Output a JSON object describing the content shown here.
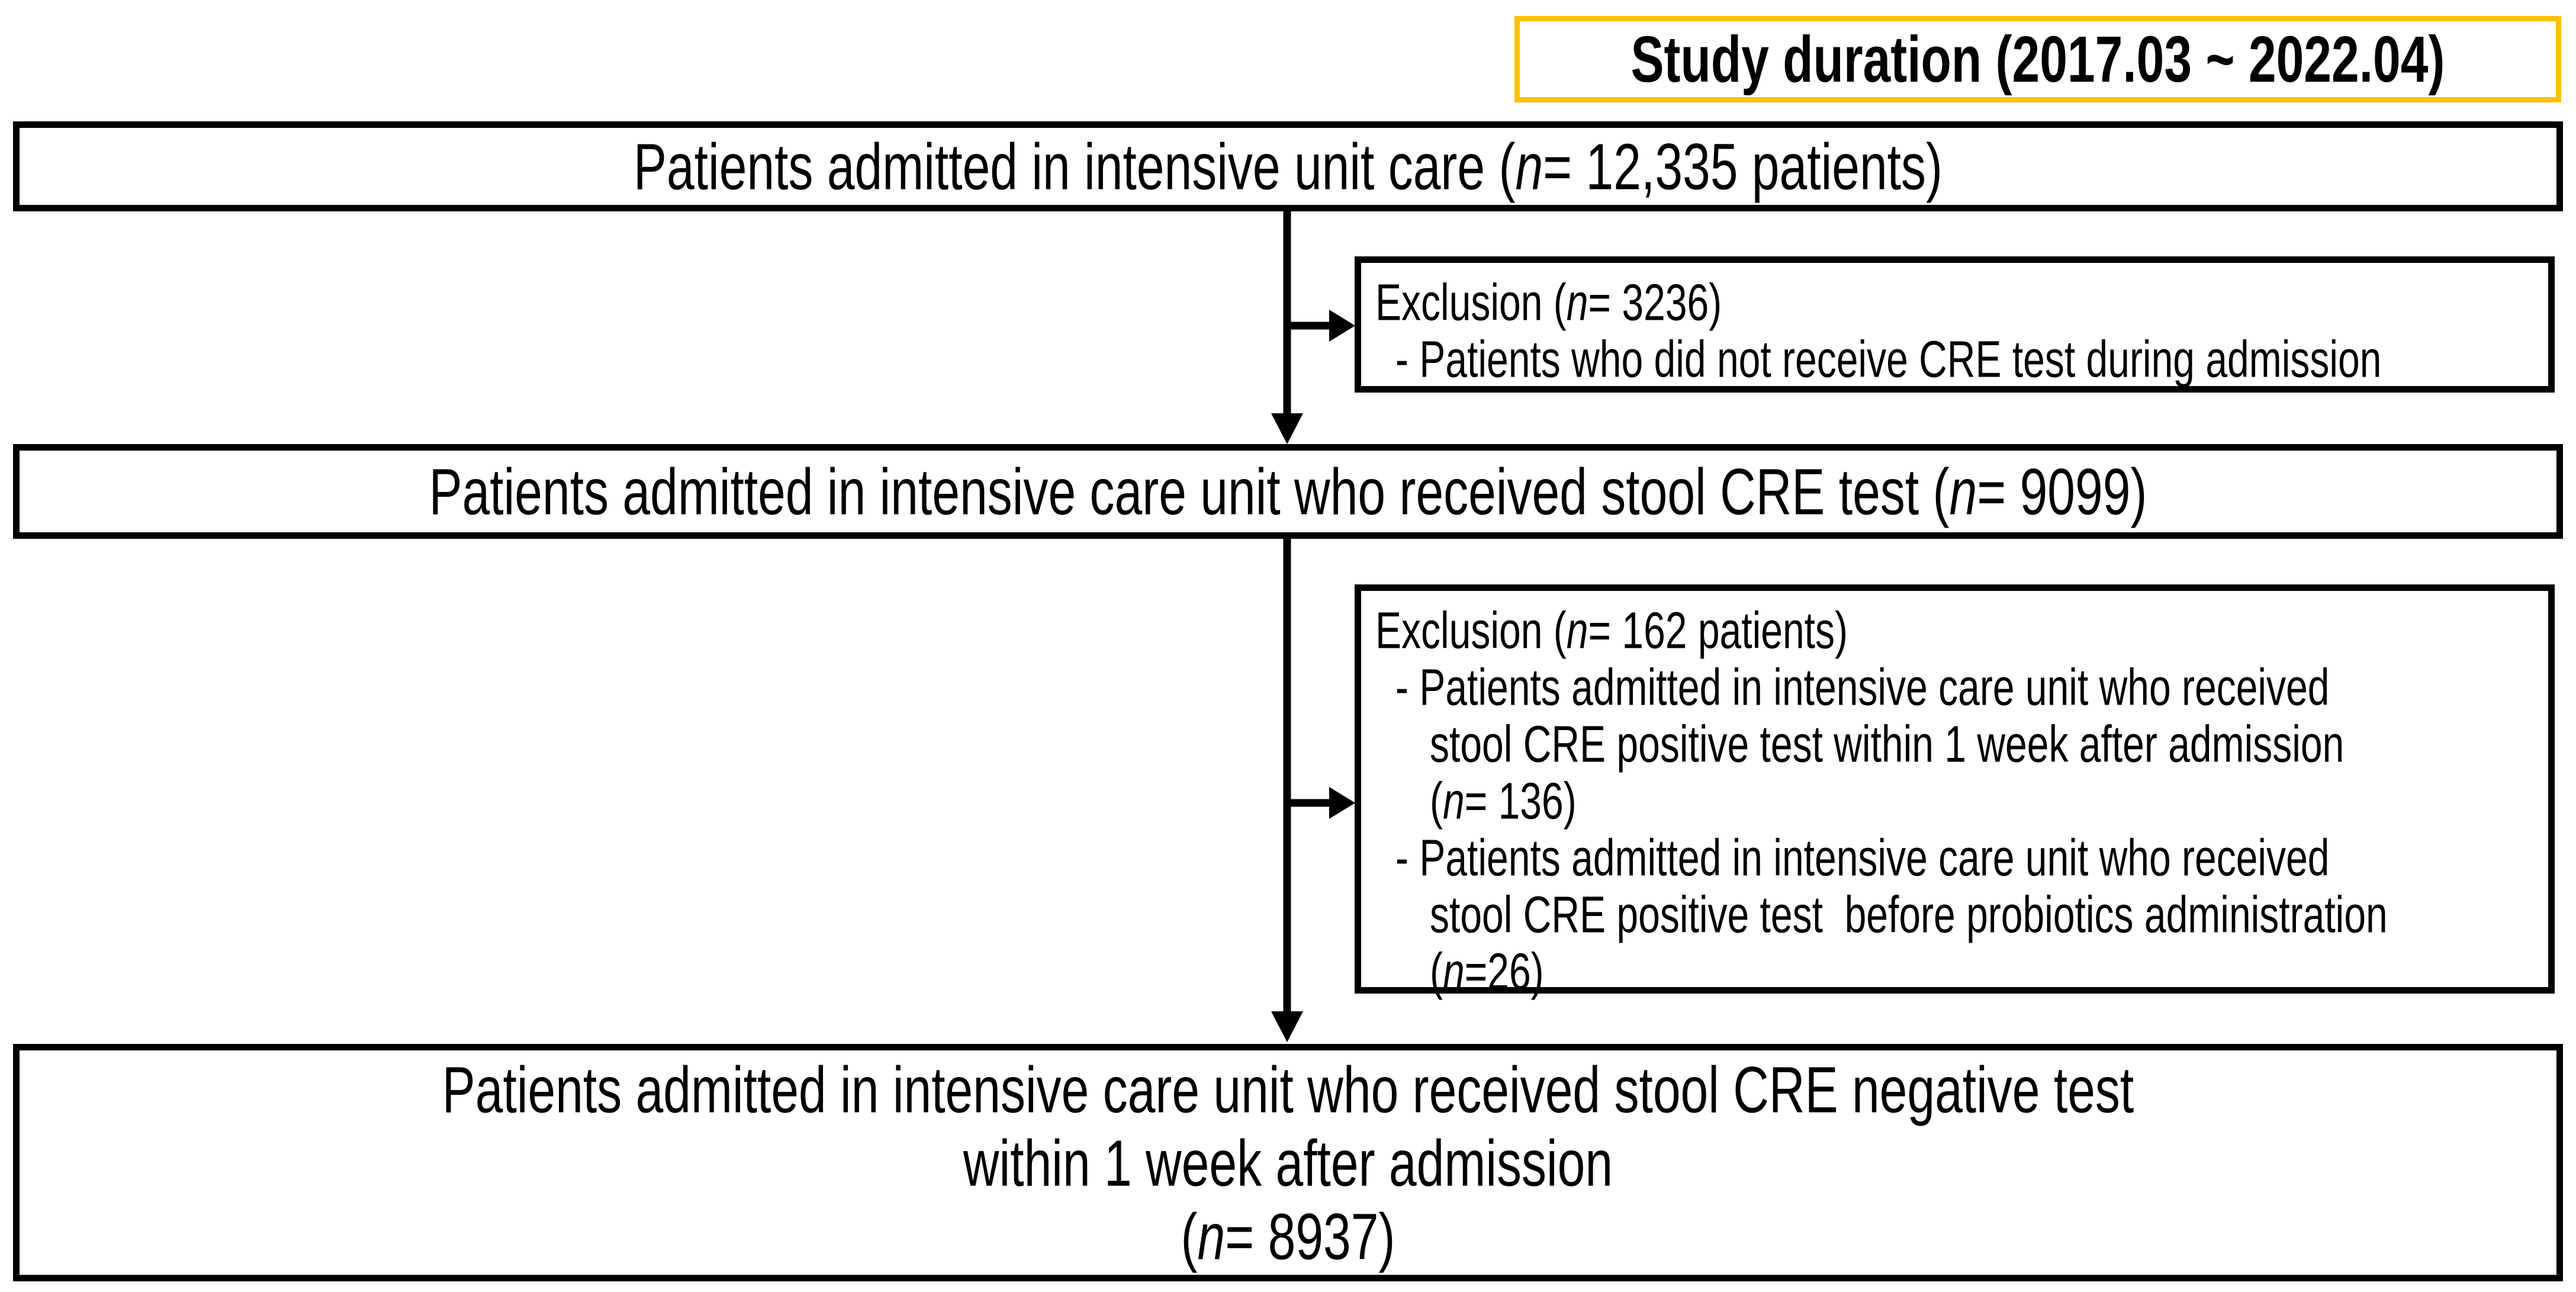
{
  "colors": {
    "accent_border": "#FFC000",
    "box_border": "#000000",
    "background": "#FFFFFF",
    "text": "#000000"
  },
  "header": {
    "study_duration": "Study duration (2017.03 ~ 2022.04)"
  },
  "boxes": {
    "box1": {
      "pre": "Patients admitted in intensive unit care (",
      "n": "n",
      "post": "= 12,335 patients)"
    },
    "box2": {
      "pre": "Patients admitted in intensive care unit who received stool CRE test (",
      "n": "n",
      "post": "= 9099)"
    },
    "box3": {
      "line1": "Patients admitted in intensive care unit who received stool CRE negative test",
      "line2": "within 1 week after admission",
      "line3_pre": "(",
      "line3_n": "n",
      "line3_post": "= 8937)"
    }
  },
  "exclusions": {
    "exclusion1": {
      "title_pre": "Exclusion (",
      "title_n": "n",
      "title_post": "= 3236)",
      "bullet": "- Patients who did not receive CRE test during admission"
    },
    "exclusion2": {
      "title_pre": "Exclusion (",
      "title_n": "n",
      "title_post": "= 162 patients)",
      "bullet1_line1": "- Patients admitted in intensive care unit who received",
      "bullet1_line2": "stool CRE positive test within 1 week after admission",
      "bullet1_line3_pre": "(",
      "bullet1_line3_n": "n",
      "bullet1_line3_post": "= 136)",
      "bullet2_line1": "- Patients admitted in intensive care unit who received",
      "bullet2_line2": "stool CRE positive test  before probiotics administration",
      "bullet2_line3_pre": "(",
      "bullet2_line3_n": "n",
      "bullet2_line3_post": "=26)"
    }
  }
}
